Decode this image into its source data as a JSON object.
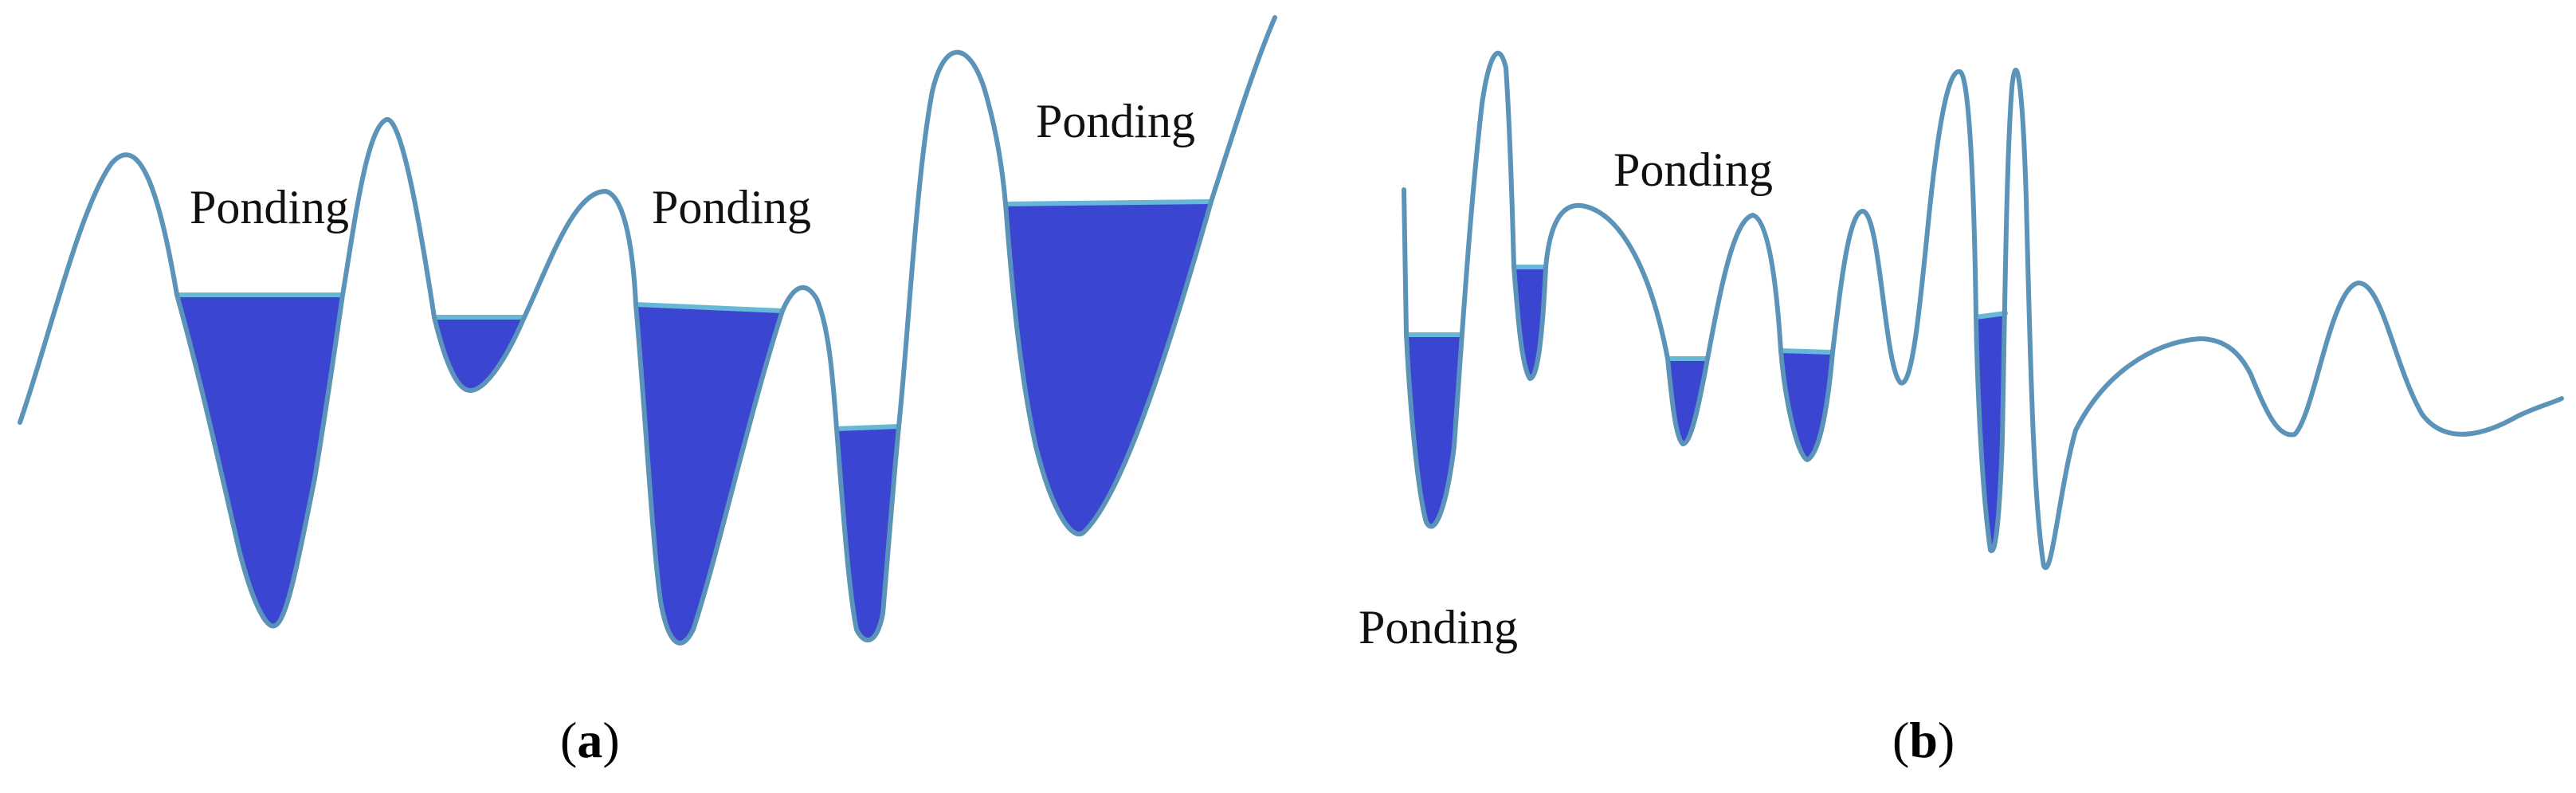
{
  "panels": [
    {
      "id": "a",
      "labels": [
        "Ponding",
        "Ponding",
        "Ponding"
      ],
      "caption": {
        "open": "(",
        "letter": "a",
        "close": ")"
      }
    },
    {
      "id": "b",
      "labels": [
        "Ponding",
        "Ponding"
      ],
      "caption": {
        "open": "(",
        "letter": "b",
        "close": ")"
      }
    }
  ],
  "colors": {
    "terrain": "#5b94b8",
    "water": "#3a45d2",
    "water_surface": "#66b8d6",
    "text": "#111111"
  }
}
